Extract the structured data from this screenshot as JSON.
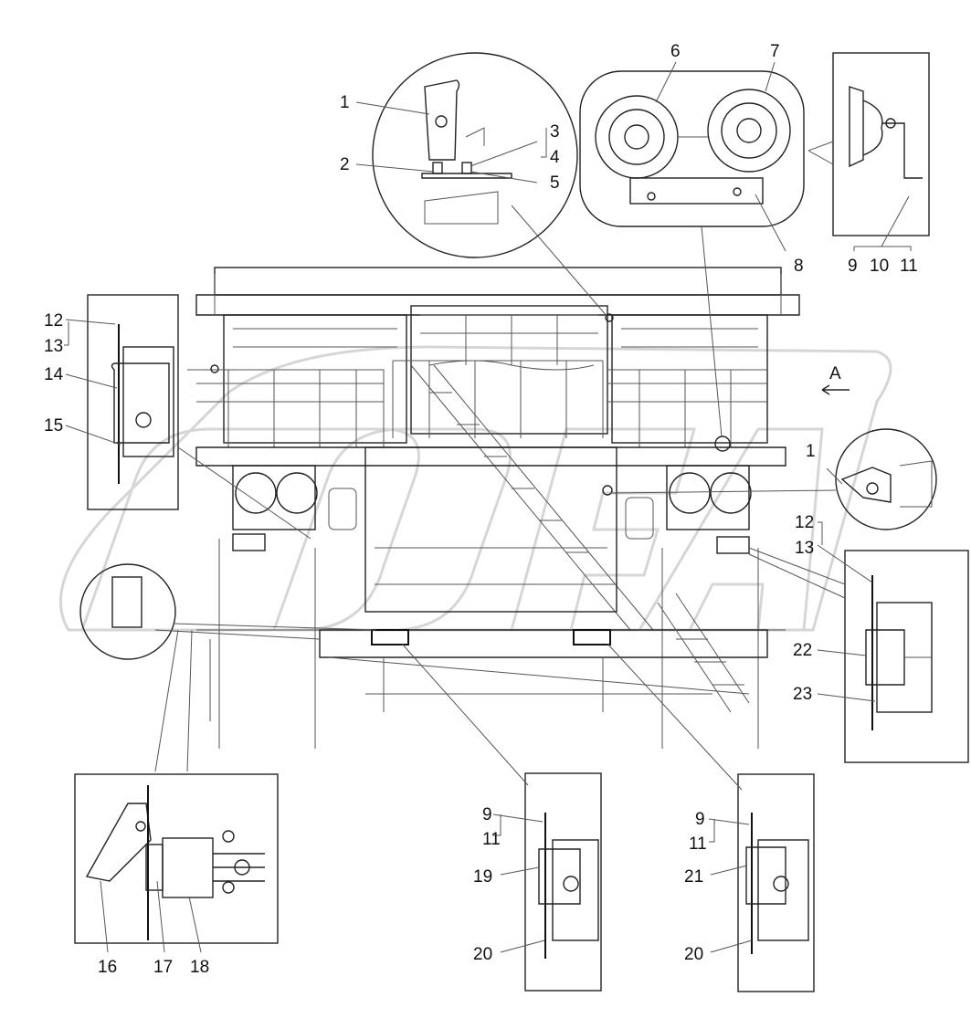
{
  "view_label": "A",
  "callouts": {
    "c1_top": "1",
    "c2": "2",
    "c3": "3",
    "c4": "4",
    "c5": "5",
    "c6": "6",
    "c7": "7",
    "c8": "8",
    "c9_top": "9",
    "c10": "10",
    "c11_top": "11",
    "c12_left": "12",
    "c13_left": "13",
    "c14": "14",
    "c15": "15",
    "c1_right": "1",
    "c12_right": "12",
    "c13_right": "13",
    "c22": "22",
    "c23": "23",
    "c16": "16",
    "c17": "17",
    "c18": "18",
    "c9_mid": "9",
    "c11_mid": "11",
    "c19": "19",
    "c20_mid": "20",
    "c9_right": "9",
    "c11_right": "11",
    "c21": "21",
    "c20_right": "20"
  }
}
